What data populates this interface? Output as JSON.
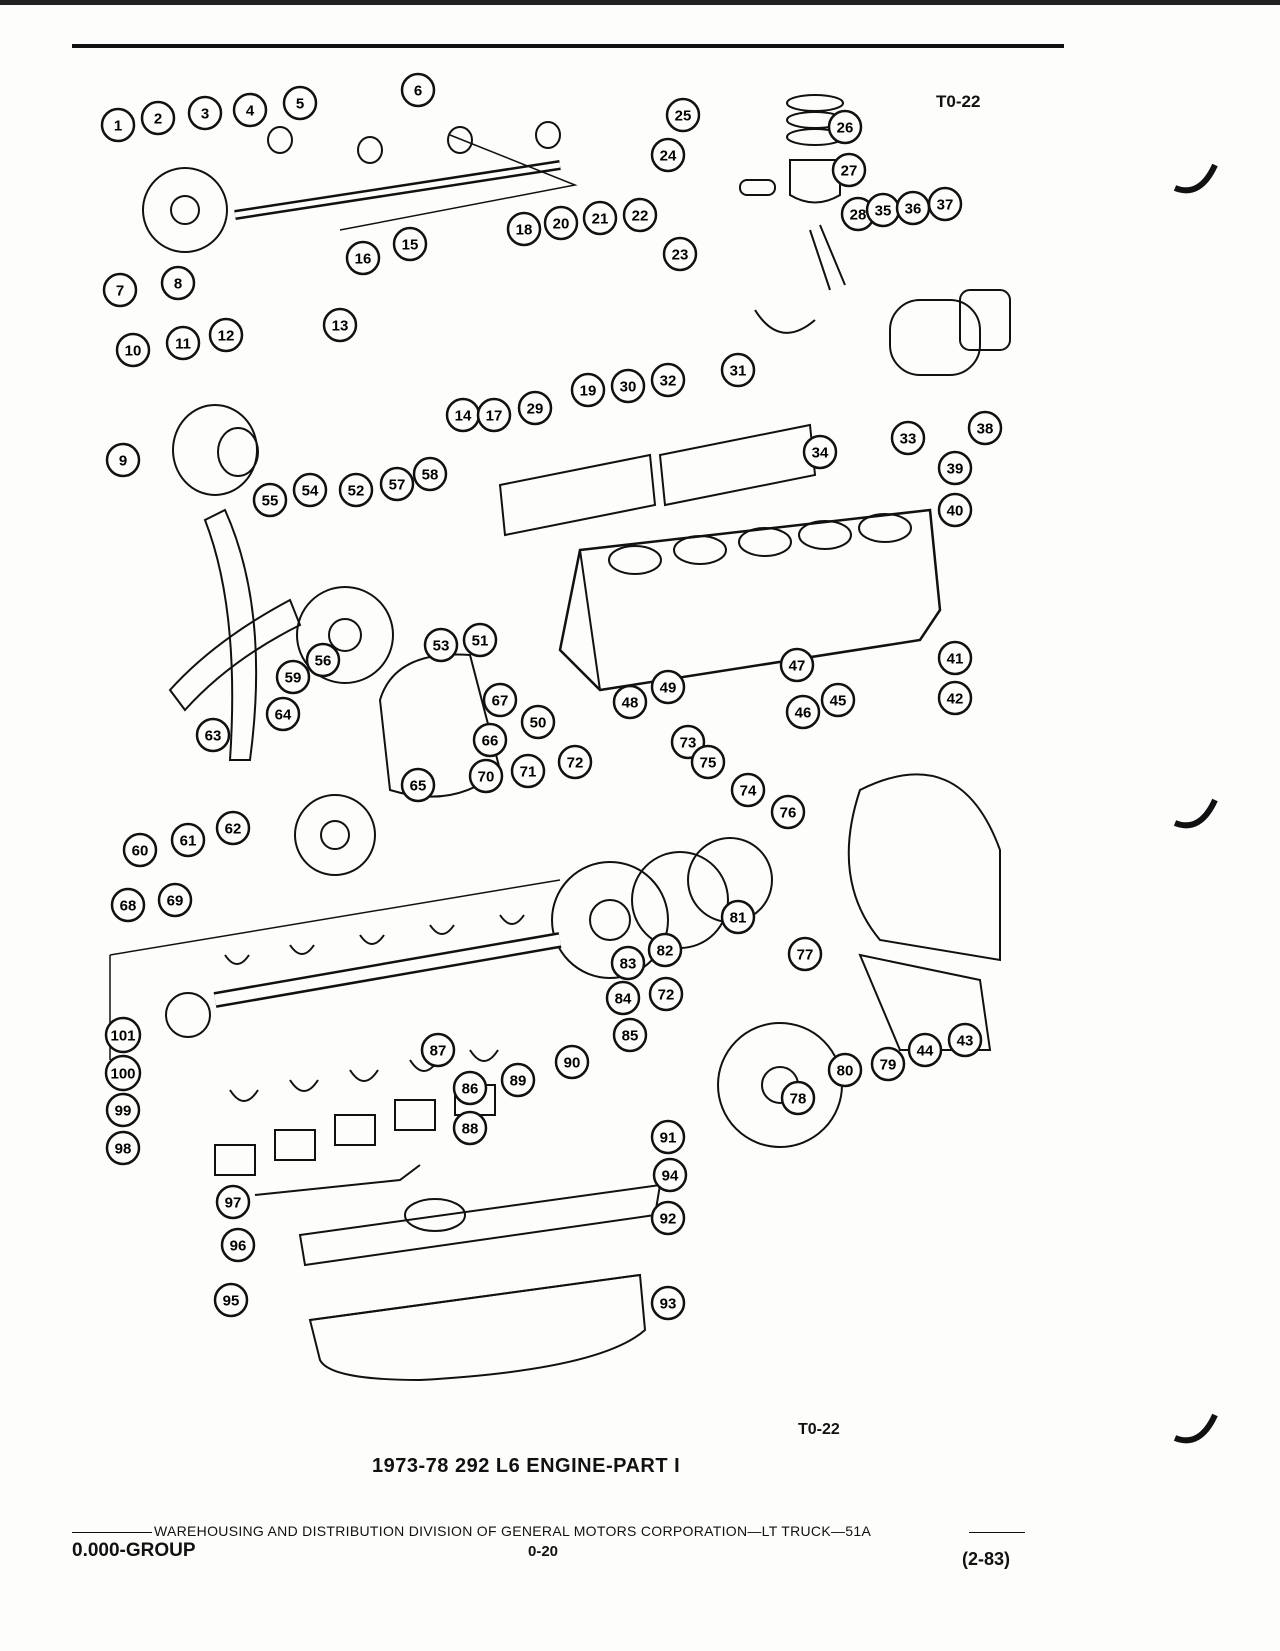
{
  "diagram_code_top": "T0-22",
  "diagram_code_bottom": "T0-22",
  "title": "1973-78 292 L6 ENGINE-PART I",
  "footer": {
    "division": "WAREHOUSING AND DISTRIBUTION DIVISION OF GENERAL MOTORS CORPORATION—LT TRUCK—51A",
    "group": "0.000-GROUP",
    "page": "0-20",
    "date": "(2-83)"
  },
  "callouts": [
    "1",
    "2",
    "3",
    "4",
    "5",
    "6",
    "7",
    "8",
    "9",
    "10",
    "11",
    "12",
    "13",
    "14",
    "15",
    "16",
    "17",
    "18",
    "19",
    "20",
    "21",
    "22",
    "23",
    "24",
    "25",
    "26",
    "27",
    "28",
    "29",
    "30",
    "31",
    "32",
    "33",
    "34",
    "35",
    "36",
    "37",
    "38",
    "39",
    "40",
    "41",
    "42",
    "43",
    "44",
    "45",
    "46",
    "47",
    "48",
    "49",
    "50",
    "51",
    "52",
    "53",
    "54",
    "55",
    "56",
    "57",
    "58",
    "59",
    "60",
    "61",
    "62",
    "63",
    "64",
    "65",
    "66",
    "67",
    "68",
    "69",
    "70",
    "71",
    "72",
    "72",
    "73",
    "74",
    "75",
    "76",
    "77",
    "78",
    "79",
    "80",
    "81",
    "82",
    "83",
    "84",
    "85",
    "86",
    "87",
    "88",
    "89",
    "90",
    "91",
    "92",
    "93",
    "94",
    "95",
    "96",
    "97",
    "98",
    "99",
    "100",
    "101"
  ]
}
